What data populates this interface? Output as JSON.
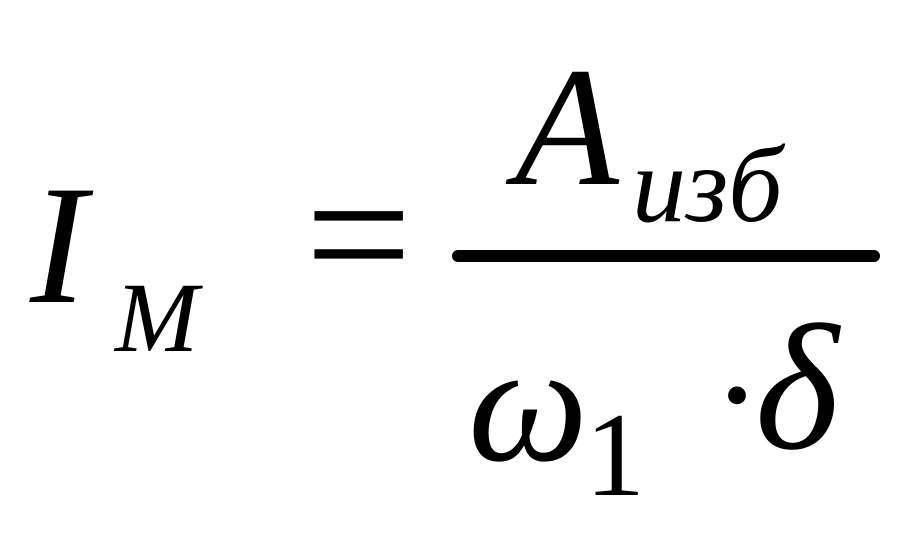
{
  "formula": {
    "lhs": {
      "symbol": "I",
      "subscript": "М"
    },
    "operator": "=",
    "numerator": {
      "symbol": "A",
      "subscript": "изб"
    },
    "denominator": {
      "omega": "ω",
      "omega_subscript": "1",
      "dot": "·",
      "delta": "δ"
    }
  }
}
